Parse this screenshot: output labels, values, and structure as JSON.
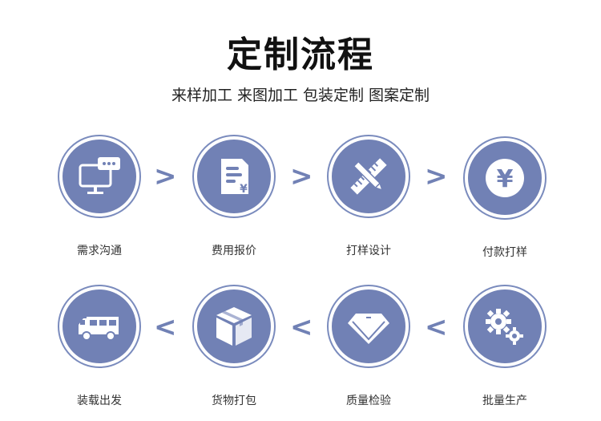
{
  "header": {
    "title": "定制流程",
    "subtitle": "来样加工 来图加工 包装定制 图案定制"
  },
  "colors": {
    "accent": "#7181b5",
    "ring": "#7a8bbd"
  },
  "steps_row1": [
    {
      "label": "需求沟通",
      "icon": "monitor-chat-icon"
    },
    {
      "label": "费用报价",
      "icon": "price-document-icon"
    },
    {
      "label": "打样设计",
      "icon": "ruler-pencil-icon"
    },
    {
      "label": "付款打样",
      "icon": "yen-coin-icon"
    }
  ],
  "steps_row2": [
    {
      "label": "装载出发",
      "icon": "truck-icon"
    },
    {
      "label": "货物打包",
      "icon": "package-box-icon"
    },
    {
      "label": "质量检验",
      "icon": "diamond-icon"
    },
    {
      "label": "批量生产",
      "icon": "gears-icon"
    }
  ],
  "arrows": {
    "forward": ">",
    "backward": "<"
  }
}
